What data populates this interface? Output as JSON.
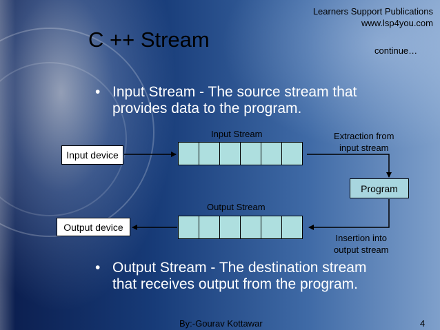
{
  "publisher": {
    "name": "Learners Support Publications",
    "url": "www.lsp4you.com"
  },
  "title": "C ++ Stream",
  "continue_label": "continue…",
  "bullets": [
    {
      "line1": "Input Stream - The source stream that",
      "line2": "provides data to the program."
    },
    {
      "line1": "Output Stream - The destination stream",
      "line2": "that receives output from the program."
    }
  ],
  "diagram": {
    "input_device": "Input device",
    "output_device": "Output device",
    "program": "Program",
    "input_stream_label": "Input Stream",
    "output_stream_label": "Output Stream",
    "extraction_line1": "Extraction from",
    "extraction_line2": "input stream",
    "insertion_line1": "Insertion into",
    "insertion_line2": "output stream"
  },
  "footer": {
    "author": "By:-Gourav Kottawar",
    "page": "4"
  }
}
